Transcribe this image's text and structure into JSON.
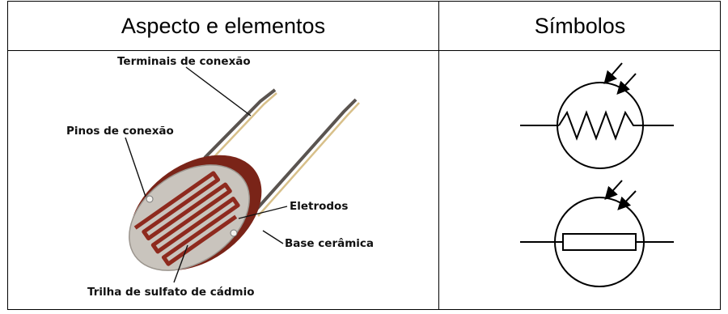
{
  "table": {
    "header_left": "Aspecto e elementos",
    "header_right": "Símbolos"
  },
  "ldr_labels": {
    "terminais": "Terminais de conexão",
    "pinos": "Pinos de conexão",
    "eletrodos": "Eletrodos",
    "base": "Base cerâmica",
    "trilha": "Trilha de sulfato de cádmio"
  },
  "colors": {
    "trace": "#8e2a1e",
    "ceramic": "#c9c4bd",
    "rim": "#7a2418",
    "wire": "#c7a86a"
  }
}
